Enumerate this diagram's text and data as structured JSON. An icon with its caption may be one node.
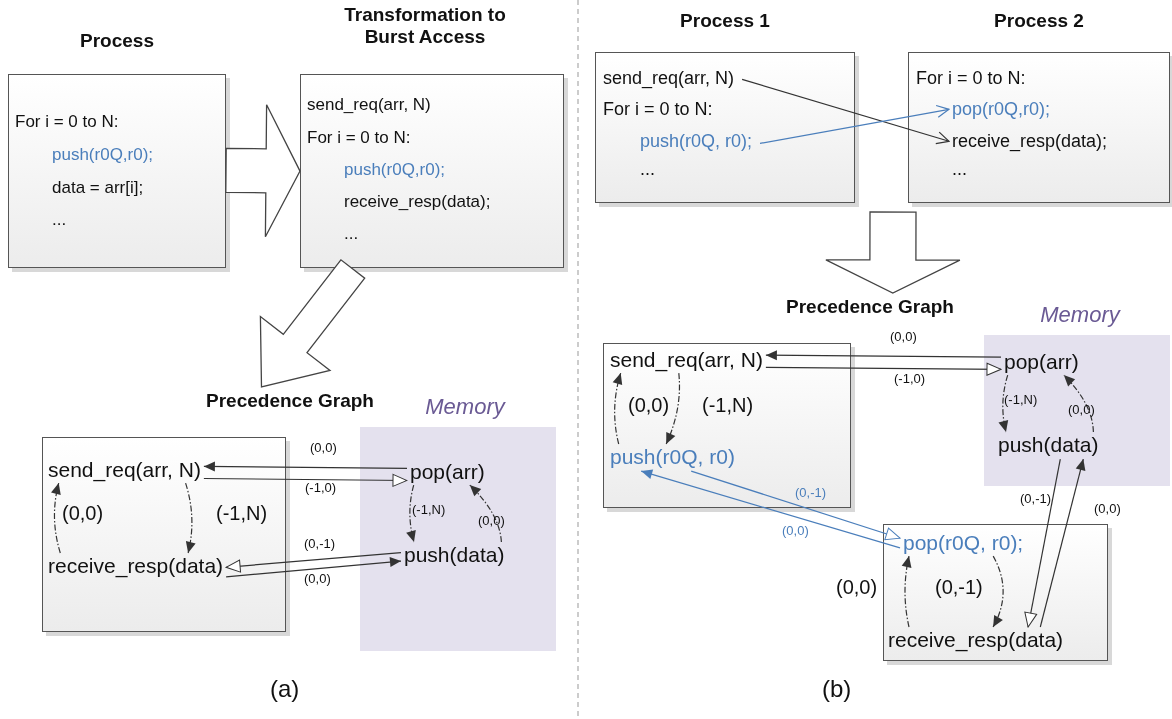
{
  "diagram": {
    "nodes": [
      {
        "text": [
          "Process",
          "For i = 0 to N:",
          "push(r0Q,r0);",
          "data = arr[i];",
          "..."
        ]
      },
      {
        "text": [
          "Transformation to Burst Access",
          "send_req(arr, N)",
          "For i = 0 to N:",
          "push(r0Q,r0);",
          "receive_resp(data);",
          "..."
        ]
      },
      {
        "text": [
          "Precedence Graph"
        ]
      },
      {
        "text": [],
        "shape": "box"
      },
      {
        "text": [
          "send_req(arr, N)"
        ],
        "in": 3
      },
      {
        "text": [
          "receive_resp(data)"
        ],
        "in": 3
      },
      {
        "text": [
          "Memory"
        ]
      },
      {
        "text": [
          "pop(arr)"
        ],
        "in": 6
      },
      {
        "text": [
          "push(data)"
        ],
        "in": 6
      },
      {
        "text": [
          "Process 1"
        ]
      },
      {
        "text": [
          "send_req(arr, N)"
        ],
        "in": 9
      },
      {
        "text": [
          "For i = 0 to N:"
        ],
        "in": 9
      },
      {
        "text": [
          "push(r0Q, r0);"
        ],
        "in": 9
      },
      {
        "text": [
          "..."
        ],
        "in": 9
      },
      {
        "text": [
          "Process 2"
        ]
      },
      {
        "text": [
          "For i = 0 to N:"
        ],
        "in": 14
      },
      {
        "text": [
          "pop(r0Q,r0);"
        ],
        "in": 14
      },
      {
        "text": [
          "receive_resp(data);"
        ],
        "in": 14
      },
      {
        "text": [
          "..."
        ],
        "in": 14
      },
      {
        "text": [
          "Precedence Graph"
        ]
      },
      {
        "text": [],
        "shape": "box"
      },
      {
        "text": [
          "send_req(arr, N)"
        ],
        "in": 20
      },
      {
        "text": [
          "push(r0Q, r0)"
        ],
        "in": 20
      },
      {
        "text": [
          "Memory"
        ]
      },
      {
        "text": [
          "pop(arr)"
        ],
        "in": 23
      },
      {
        "text": [
          "push(data)"
        ],
        "in": 23
      },
      {
        "text": [],
        "shape": "box"
      },
      {
        "text": [
          "pop(r0Q, r0);"
        ],
        "in": 26
      },
      {
        "text": [
          "receive_resp(data)"
        ],
        "in": 26
      }
    ],
    "edges": [
      {
        "from": 0,
        "to": 1,
        "arrow": "to",
        "style": "thick"
      },
      {
        "from": 1,
        "to": 2,
        "arrow": "to",
        "style": "thick"
      },
      {
        "from": 5,
        "to": 4,
        "arrow": "to",
        "label": "(0,0)",
        "style": "dashed"
      },
      {
        "from": 4,
        "to": 5,
        "arrow": "to",
        "label": "(-1,N)",
        "style": "dashed"
      },
      {
        "from": 7,
        "to": 4,
        "arrow": "to",
        "label": "(0,0)"
      },
      {
        "from": 4,
        "to": 7,
        "arrow": "to",
        "label": "(-1,0)"
      },
      {
        "from": 8,
        "to": 5,
        "arrow": "to",
        "label": "(0,-1)"
      },
      {
        "from": 5,
        "to": 8,
        "arrow": "to",
        "label": "(0,0)"
      },
      {
        "from": 7,
        "to": 8,
        "arrow": "to",
        "label": "(-1,N)",
        "style": "dashed"
      },
      {
        "from": 8,
        "to": 7,
        "arrow": "to",
        "label": "(0,0)",
        "style": "dashed"
      },
      {
        "from": 10,
        "to": 17,
        "arrow": "to"
      },
      {
        "from": 12,
        "to": 16,
        "arrow": "to",
        "color": "#4a7ebb"
      },
      {
        "from": null,
        "to": 19,
        "arrow": "to",
        "style": "thick"
      },
      {
        "from": 22,
        "to": 21,
        "arrow": "to",
        "label": "(0,0)",
        "style": "dashed"
      },
      {
        "from": 21,
        "to": 22,
        "arrow": "to",
        "label": "(-1,N)",
        "style": "dashed"
      },
      {
        "from": 24,
        "to": 21,
        "arrow": "to",
        "label": "(0,0)"
      },
      {
        "from": 21,
        "to": 24,
        "arrow": "to",
        "label": "(-1,0)"
      },
      {
        "from": 24,
        "to": 25,
        "arrow": "to",
        "label": "(-1,N)",
        "style": "dashed"
      },
      {
        "from": 25,
        "to": 24,
        "arrow": "to",
        "label": "(0,0)",
        "style": "dashed"
      },
      {
        "from": 22,
        "to": 27,
        "arrow": "to",
        "label": "(0,-1)",
        "color": "#4a7ebb"
      },
      {
        "from": 27,
        "to": 22,
        "arrow": "to",
        "label": "(0,0)",
        "color": "#4a7ebb"
      },
      {
        "from": 25,
        "to": 28,
        "arrow": "to",
        "label": "(0,-1)"
      },
      {
        "from": 28,
        "to": 25,
        "arrow": "to",
        "label": "(0,0)"
      },
      {
        "from": 28,
        "to": 27,
        "arrow": "to",
        "label": "(0,0)",
        "style": "dashed"
      },
      {
        "from": 27,
        "to": 28,
        "arrow": "to",
        "label": "(0,-1)",
        "style": "dashed"
      }
    ],
    "labels": [
      "(a)",
      "(b)"
    ]
  }
}
